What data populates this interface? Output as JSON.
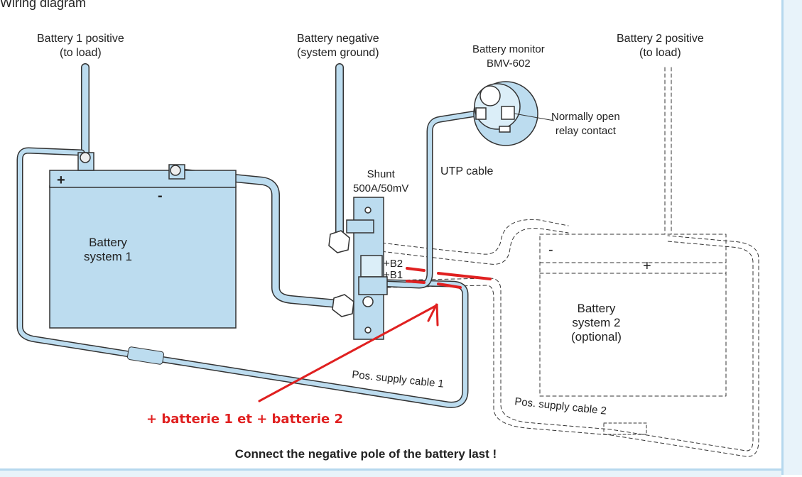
{
  "title": "Wiring diagram",
  "labels": {
    "bat1_pos": [
      "Battery 1 positive",
      "(to load)"
    ],
    "bat_neg": [
      "Battery negative",
      "(system ground)"
    ],
    "monitor": [
      "Battery monitor",
      "BMV-602"
    ],
    "bat2_pos": [
      "Battery 2 positive",
      "(to load)"
    ],
    "relay": [
      "Normally open",
      "relay contact"
    ],
    "shunt": [
      "Shunt",
      "500A/50mV"
    ],
    "utp": "UTP cable",
    "b2": "+B2",
    "b1": "+B1",
    "battery1": [
      "Battery",
      "system 1"
    ],
    "battery2": [
      "Battery",
      "system 2",
      "(optional)"
    ],
    "plus": "+",
    "minus": "-",
    "pos1": "Pos. supply cable 1",
    "pos2": "Pos. supply cable 2"
  },
  "annotation": "+ batterie 1  et + batterie 2",
  "footer": "Connect the negative pole of the battery last !",
  "colors": {
    "cable": "#bcdcef",
    "outline": "#333333",
    "annotation": "#e02020"
  }
}
